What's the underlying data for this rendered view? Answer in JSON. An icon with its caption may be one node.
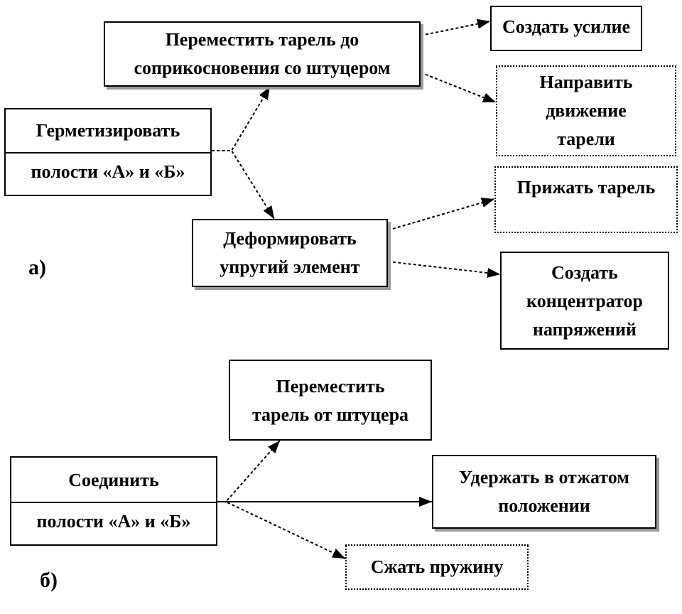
{
  "diagram": {
    "nodes": [
      {
        "text": [
          "Переместить тарель до соприкосновения со штуцером"
        ]
      },
      {
        "text": [
          "Создать усилие"
        ]
      },
      {
        "text": [
          "Направить движение тарели"
        ]
      },
      {
        "text": [
          "Герметизировать",
          "полости «А» и «Б»"
        ]
      },
      {
        "text": [
          "Деформировать упругий элемент"
        ]
      },
      {
        "text": [
          "Прижать тарель"
        ]
      },
      {
        "text": [
          "Создать концентратор напряжений"
        ]
      },
      {
        "text": [
          "Переместить тарель от штуцера"
        ]
      },
      {
        "text": [
          "Соединить",
          "полости «А» и «Б»"
        ]
      },
      {
        "text": [
          "Удержать в отжатом положении"
        ]
      },
      {
        "text": [
          "Сжать пружину"
        ]
      }
    ],
    "edges": [
      {
        "from": 3,
        "to": 0,
        "arrow": "to",
        "style": "dashed"
      },
      {
        "from": 3,
        "to": 4,
        "arrow": "to",
        "style": "dashed"
      },
      {
        "from": 0,
        "to": 1,
        "arrow": "to",
        "style": "dashed"
      },
      {
        "from": 0,
        "to": 2,
        "arrow": "to",
        "style": "dashed"
      },
      {
        "from": 4,
        "to": 5,
        "arrow": "to",
        "style": "dashed"
      },
      {
        "from": 4,
        "to": 6,
        "arrow": "to",
        "style": "dashed"
      },
      {
        "from": 8,
        "to": 7,
        "arrow": "to",
        "style": "dashed"
      },
      {
        "from": 8,
        "to": 9,
        "arrow": "to"
      },
      {
        "from": 8,
        "to": 10,
        "arrow": "to",
        "style": "dashed"
      }
    ],
    "labels": [
      "а)",
      "б)"
    ]
  }
}
